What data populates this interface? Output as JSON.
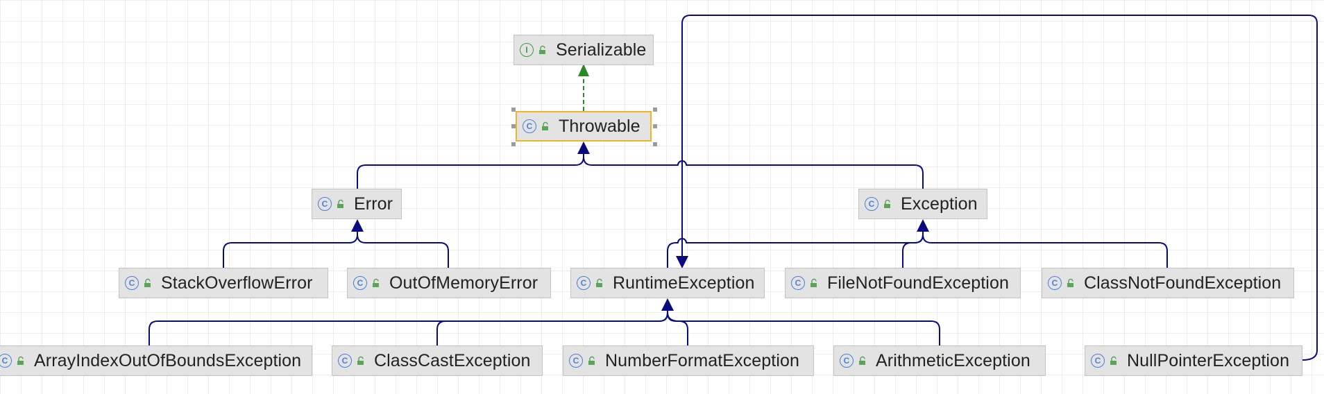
{
  "colors": {
    "inheritance_edge": "#0a0a80",
    "implements_edge": "#2a8a2a",
    "class_icon": "#4a7ed8",
    "interface_icon": "#3f9a48",
    "selection_border": "#f0b429",
    "node_fill": "#e3e3e3"
  },
  "nodes": {
    "serializable": {
      "name": "Serializable",
      "icon": "I",
      "kind": "interface"
    },
    "throwable": {
      "name": "Throwable",
      "icon": "C",
      "kind": "class"
    },
    "error": {
      "name": "Error",
      "icon": "C",
      "kind": "class"
    },
    "exception": {
      "name": "Exception",
      "icon": "C",
      "kind": "class"
    },
    "stackoverflowerror": {
      "name": "StackOverflowError",
      "icon": "C",
      "kind": "class"
    },
    "outofmemoryerror": {
      "name": "OutOfMemoryError",
      "icon": "C",
      "kind": "class"
    },
    "runtimeexception": {
      "name": "RuntimeException",
      "icon": "C",
      "kind": "class"
    },
    "filenotfoundexception": {
      "name": "FileNotFoundException",
      "icon": "C",
      "kind": "class"
    },
    "classnotfoundexception": {
      "name": "ClassNotFoundException",
      "icon": "C",
      "kind": "class"
    },
    "arrayindexoutofboundsexception": {
      "name": "ArrayIndexOutOfBoundsException",
      "icon": "C",
      "kind": "class"
    },
    "classcastexception": {
      "name": "ClassCastException",
      "icon": "C",
      "kind": "class"
    },
    "numberformatexception": {
      "name": "NumberFormatException",
      "icon": "C",
      "kind": "class"
    },
    "arithmeticexception": {
      "name": "ArithmeticException",
      "icon": "C",
      "kind": "class"
    },
    "nullpointerexception": {
      "name": "NullPointerException",
      "icon": "C",
      "kind": "class"
    }
  },
  "relations": [
    {
      "from": "throwable",
      "to": "serializable",
      "type": "implements"
    },
    {
      "from": "error",
      "to": "throwable",
      "type": "extends"
    },
    {
      "from": "exception",
      "to": "throwable",
      "type": "extends"
    },
    {
      "from": "stackoverflowerror",
      "to": "error",
      "type": "extends"
    },
    {
      "from": "outofmemoryerror",
      "to": "error",
      "type": "extends"
    },
    {
      "from": "runtimeexception",
      "to": "exception",
      "type": "extends"
    },
    {
      "from": "filenotfoundexception",
      "to": "exception",
      "type": "extends"
    },
    {
      "from": "classnotfoundexception",
      "to": "exception",
      "type": "extends"
    },
    {
      "from": "arrayindexoutofboundsexception",
      "to": "runtimeexception",
      "type": "extends"
    },
    {
      "from": "classcastexception",
      "to": "runtimeexception",
      "type": "extends"
    },
    {
      "from": "numberformatexception",
      "to": "runtimeexception",
      "type": "extends"
    },
    {
      "from": "arithmeticexception",
      "to": "runtimeexception",
      "type": "extends"
    },
    {
      "from": "nullpointerexception",
      "to": "runtimeexception",
      "type": "extends"
    }
  ],
  "selected_node": "throwable"
}
